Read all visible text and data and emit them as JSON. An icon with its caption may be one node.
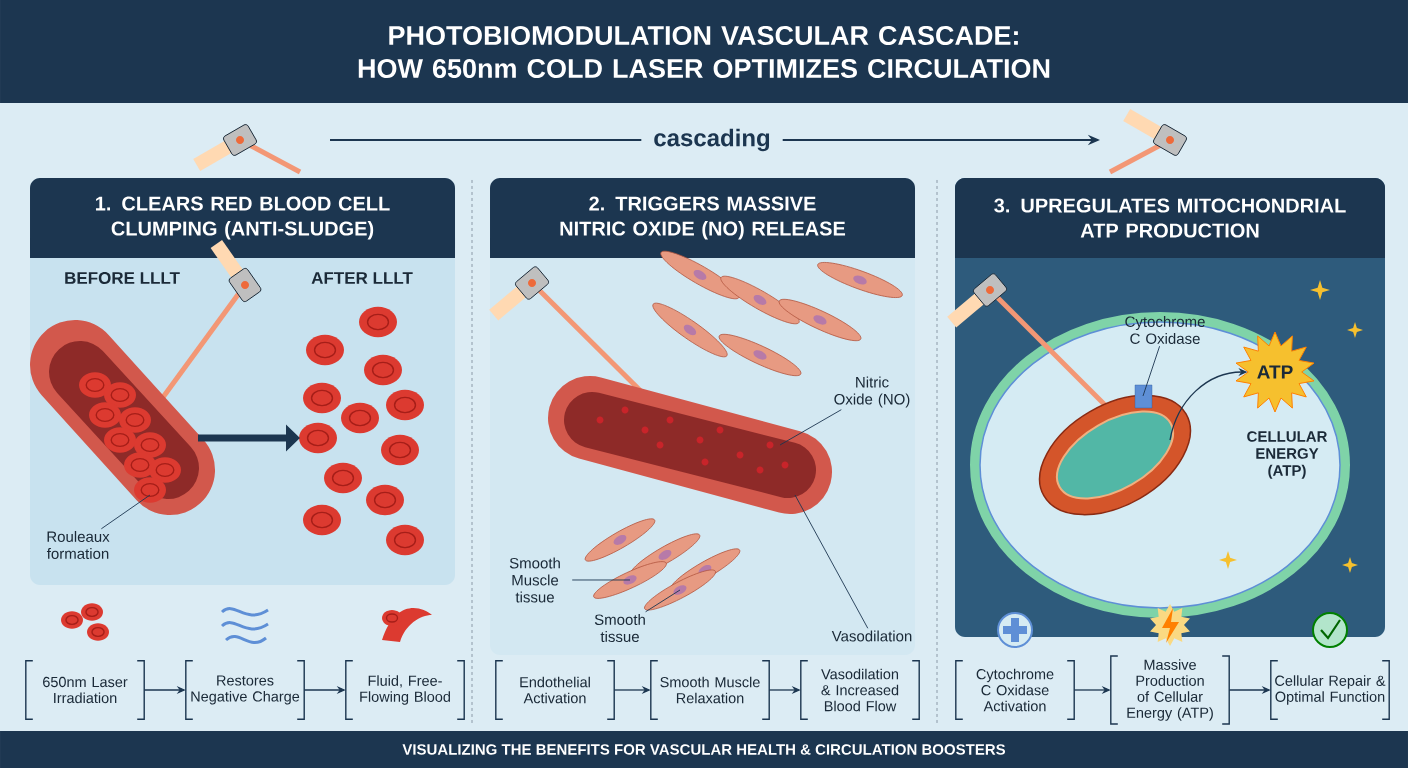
{
  "diagram": {
    "title": "PHOTOBIOMODULATION VASCULAR CASCADE: HOW 650nm COLD LASER OPTIMIZES CIRCULATION",
    "caption": "VISUALIZING THE BENEFITS FOR VASCULAR HEALTH & CIRCULATION BOOSTERS",
    "nodes": [
      {
        "text": [
          "1. CLEARS RED BLOOD CELL CLUMPING (ANTI-SLUDGE)"
        ]
      },
      {
        "text": [
          "2. TRIGGERS MASSIVE NITRIC OXIDE (NO) RELEASE"
        ]
      },
      {
        "text": [
          "3. UPREGULATES MITOCHONDRIAL ATP PRODUCTION"
        ]
      },
      {
        "text": [
          "Rouleaux formation"
        ],
        "in": 0
      },
      {
        "text": [],
        "shape": "picture",
        "in": 0
      },
      {
        "text": [],
        "shape": "picture",
        "in": 0
      },
      {
        "text": [
          "Nitric Oxide (NO)"
        ],
        "in": 1
      },
      {
        "text": [],
        "shape": "picture",
        "in": 1
      },
      {
        "text": [
          "Smooth Muscle tissue"
        ],
        "in": 1
      },
      {
        "text": [],
        "shape": "picture",
        "in": 1
      },
      {
        "text": [
          "Smooth tissue"
        ],
        "in": 1
      },
      {
        "text": [
          "Vasodilation"
        ],
        "in": 1
      },
      {
        "text": [
          "Cytochrome C Oxidase"
        ],
        "in": 2
      },
      {
        "text": [],
        "shape": "picture",
        "in": 2
      },
      {
        "text": [
          "ATP"
        ],
        "in": 2
      },
      {
        "text": [
          "650nm Laser Irradiation"
        ]
      },
      {
        "text": [
          "Restores Negative Charge"
        ]
      },
      {
        "text": [
          "Fluid, Free-Flowing Blood"
        ]
      },
      {
        "text": [
          "Endothelial Activation"
        ]
      },
      {
        "text": [
          "Smooth Muscle Relaxation"
        ]
      },
      {
        "text": [
          "Vasodilation & Increased Blood Flow"
        ]
      },
      {
        "text": [
          "Cytochrome C Oxidase Activation"
        ]
      },
      {
        "text": [
          "Massive Production of Cellular Energy (ATP)"
        ]
      },
      {
        "text": [
          "Cellular Repair & Optimal Function"
        ]
      }
    ],
    "edges": [
      {
        "from": 3,
        "to": 4,
        "arrow": "none"
      },
      {
        "from": 4,
        "to": 5,
        "arrow": "to",
        "style": "thick"
      },
      {
        "from": 6,
        "to": 7,
        "arrow": "none"
      },
      {
        "from": 8,
        "to": 9,
        "arrow": "none"
      },
      {
        "from": 10,
        "to": 9,
        "arrow": "none"
      },
      {
        "from": 11,
        "to": 7,
        "arrow": "none"
      },
      {
        "from": 12,
        "to": 13,
        "arrow": "none"
      },
      {
        "from": 13,
        "to": 14,
        "arrow": "to"
      },
      {
        "from": 15,
        "to": 16,
        "arrow": "to"
      },
      {
        "from": 16,
        "to": 17,
        "arrow": "to"
      },
      {
        "from": 18,
        "to": 19,
        "arrow": "to"
      },
      {
        "from": 19,
        "to": 20,
        "arrow": "to"
      },
      {
        "from": 21,
        "to": 22,
        "arrow": "to"
      },
      {
        "from": 22,
        "to": 23,
        "arrow": "to"
      }
    ],
    "labels": [
      "cascading",
      "BEFORE LLLT",
      "AFTER LLLT",
      "CELLULAR ENERGY (ATP)"
    ]
  }
}
